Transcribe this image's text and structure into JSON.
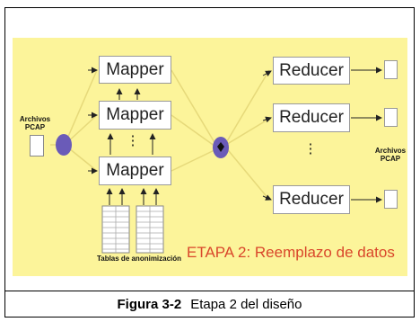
{
  "diagram": {
    "input_label": [
      "Archivos",
      "PCAP"
    ],
    "output_label": [
      "Archivos",
      "PCAP"
    ],
    "mapper_label": "Mapper",
    "reducer_label": "Reducer",
    "dots": "⋮",
    "tables_label": "Tablas de anonimización",
    "stage_title": "ETAPA 2: Reemplazo de datos",
    "colors": {
      "panel": "#fcf49a",
      "node": "#6a5bb8",
      "stage_title": "#d9472b",
      "lines": "#e6d97a"
    }
  },
  "caption": {
    "number": "Figura 3-2",
    "text": "Etapa 2 del diseño"
  }
}
